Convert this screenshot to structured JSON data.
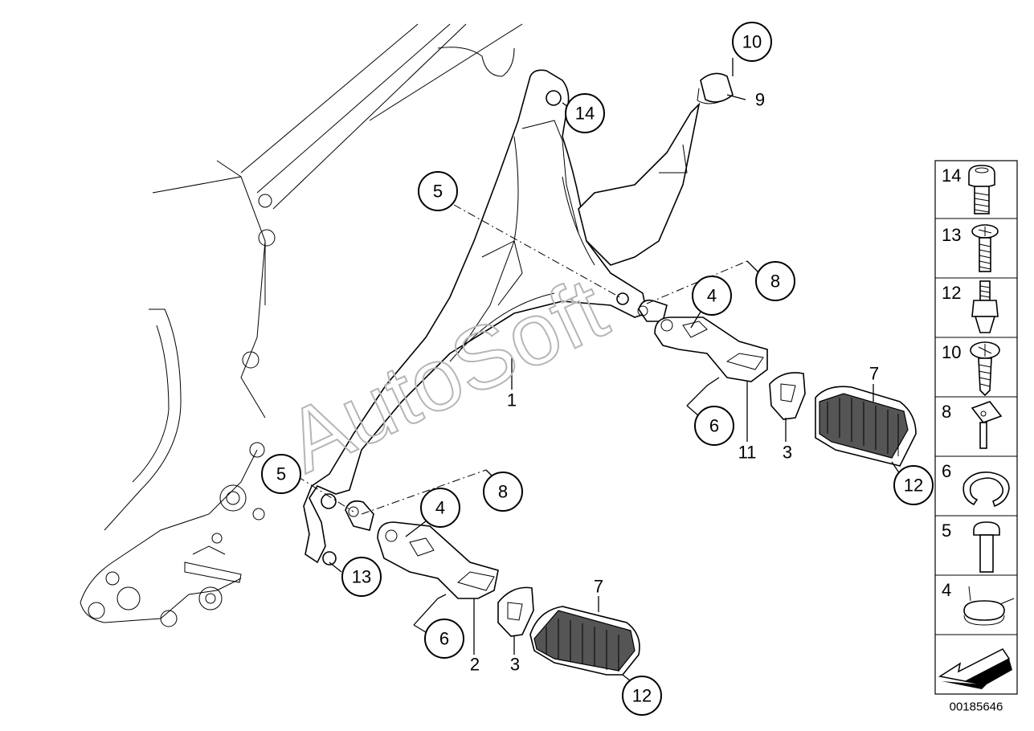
{
  "watermark": "AutoSoft",
  "diagram_code": "00185646",
  "callouts": {
    "c10": "10",
    "c9": "9",
    "c14a": "14",
    "c5a": "5",
    "c8a": "8",
    "c4a": "4",
    "c1": "1",
    "c6a": "6",
    "c11": "11",
    "c3a": "3",
    "c7a": "7",
    "c12a": "12",
    "c5b": "5",
    "c8b": "8",
    "c4b": "4",
    "c13": "13",
    "c6b": "6",
    "c2": "2",
    "c3b": "3",
    "c7b": "7",
    "c12b": "12"
  },
  "legend": [
    "14",
    "13",
    "12",
    "10",
    "8",
    "6",
    "5",
    "4"
  ],
  "icons": {
    "bolt": "hex-socket-bolt-icon",
    "torx": "torx-screw-icon",
    "stud": "stud-nut-icon",
    "cross": "cross-head-screw-icon",
    "clip": "clip-icon",
    "circlip": "circlip-icon",
    "pin": "pin-icon",
    "spring": "torsion-spring-icon",
    "arrow": "orientation-arrow-icon"
  }
}
